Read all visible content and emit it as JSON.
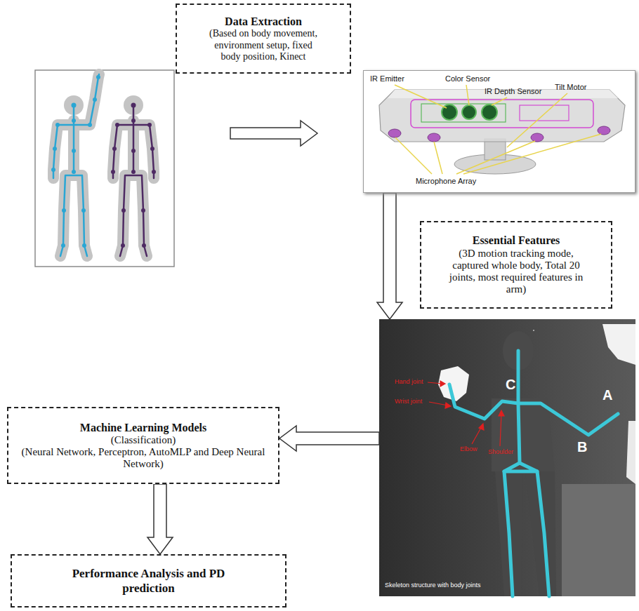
{
  "diagram": {
    "nodes": [
      {
        "text": [
          "Data Extraction",
          "(Based on body movement, environment setup, fixed body position, Kinect"
        ]
      },
      {
        "text": [
          "IR Emitter",
          "Color Sensor",
          "IR Depth Sensor",
          "Tilt Motor",
          "Microphone Array"
        ]
      },
      {
        "text": [
          "Essential Features",
          "(3D motion tracking mode, captured whole body, Total 20 joints, most required features in arm)"
        ]
      },
      {
        "text": [
          "Hand joint",
          "Wrist joint",
          "Elbow",
          "Shoulder",
          "C",
          "A",
          "B",
          "Skeleton structure with body joints"
        ]
      },
      {
        "text": [
          "Machine Learning Models",
          "(Classification)",
          "(Neural Network, Perceptron, AutoMLP and Deep Neural Network)"
        ]
      },
      {
        "text": [
          "Performance Analysis and PD prediction"
        ]
      }
    ],
    "edges": [
      {
        "from": 1,
        "to": 3,
        "arrow": "to"
      },
      {
        "from": 3,
        "to": 4,
        "arrow": "to"
      },
      {
        "from": 4,
        "to": 5,
        "arrow": "to"
      }
    ]
  }
}
